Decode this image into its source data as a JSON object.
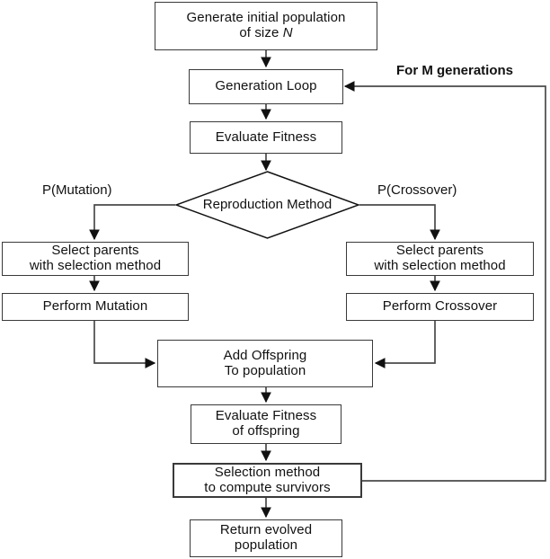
{
  "diagram": {
    "title": "Genetic algorithm flowchart",
    "type": "flowchart",
    "colors": {
      "box_border": "#3a3a3a",
      "edge": "#4a4a4a",
      "text": "#111111",
      "background": "#ffffff"
    },
    "nodes": [
      {
        "id": "generate-initial-population",
        "shape": "rectangle",
        "line1": "Generate initial population",
        "line2_prefix": "of size ",
        "line2_italic": "N"
      },
      {
        "id": "generation-loop",
        "shape": "rectangle",
        "line1": "Generation Loop",
        "line2": ""
      },
      {
        "id": "evaluate-fitness",
        "shape": "rectangle",
        "line1": "Evaluate Fitness",
        "line2": ""
      },
      {
        "id": "reproduction-method",
        "shape": "diamond",
        "line1": "Reproduction",
        "line2": "Method"
      },
      {
        "id": "select-parents-mutation",
        "shape": "rectangle",
        "line1": "Select parents",
        "line2": "with selection method"
      },
      {
        "id": "select-parents-crossover",
        "shape": "rectangle",
        "line1": "Select parents",
        "line2": "with selection method"
      },
      {
        "id": "perform-mutation",
        "shape": "rectangle",
        "line1": "Perform Mutation",
        "line2": ""
      },
      {
        "id": "perform-crossover",
        "shape": "rectangle",
        "line1": "Perform Crossover",
        "line2": ""
      },
      {
        "id": "add-offspring",
        "shape": "rectangle",
        "line1": "Add Offspring",
        "line2": "To population"
      },
      {
        "id": "evaluate-fitness-offspring",
        "shape": "rectangle",
        "line1": "Evaluate Fitness",
        "line2": "of offspring"
      },
      {
        "id": "selection-method-survivors",
        "shape": "rectangle",
        "line1": "Selection method",
        "line2": "to compute survivors"
      },
      {
        "id": "return-evolved-population",
        "shape": "rectangle",
        "line1": "Return evolved",
        "line2": "population"
      }
    ],
    "edge_labels": {
      "mutation_branch": "P(Mutation)",
      "crossover_branch": "P(Crossover)",
      "loop_back": "For M generations"
    }
  }
}
